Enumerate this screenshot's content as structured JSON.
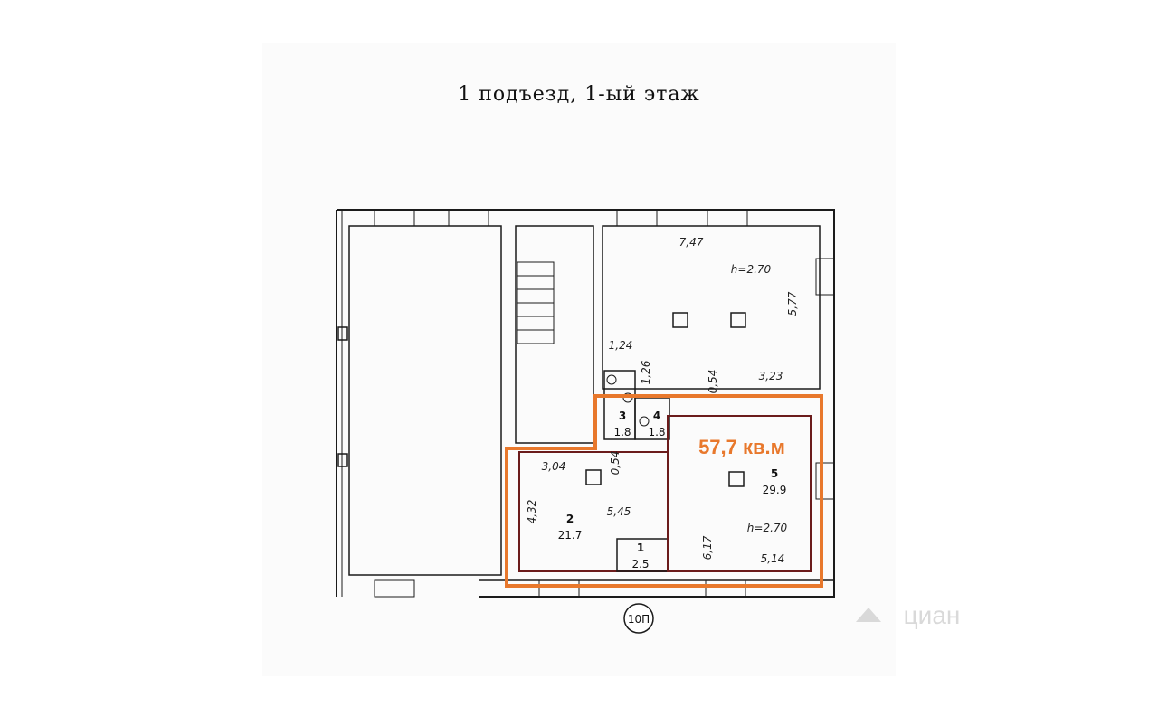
{
  "title": "1 подъезд, 1-ый этаж",
  "highlight": {
    "area_label": "57,7 кв.м",
    "color": "#e8782c"
  },
  "rooms": [
    {
      "number": "1",
      "area": "2.5"
    },
    {
      "number": "2",
      "area": "21.7"
    },
    {
      "number": "3",
      "area": "1.8"
    },
    {
      "number": "4",
      "area": "1.8"
    },
    {
      "number": "5",
      "area": "29.9"
    }
  ],
  "dimensions": {
    "d_747": "7,47",
    "h_top": "h=2.70",
    "d_577": "5,77",
    "d_124": "1,24",
    "d_126": "1,26",
    "d_054a": "0,54",
    "d_323": "3,23",
    "d_304": "3,04",
    "d_054b": "0,54",
    "d_432": "4,32",
    "d_545": "5,45",
    "d_617": "6,17",
    "h_bottom": "h=2.70",
    "d_514": "5,14"
  },
  "axis_marker": "10П",
  "watermark": "циан"
}
